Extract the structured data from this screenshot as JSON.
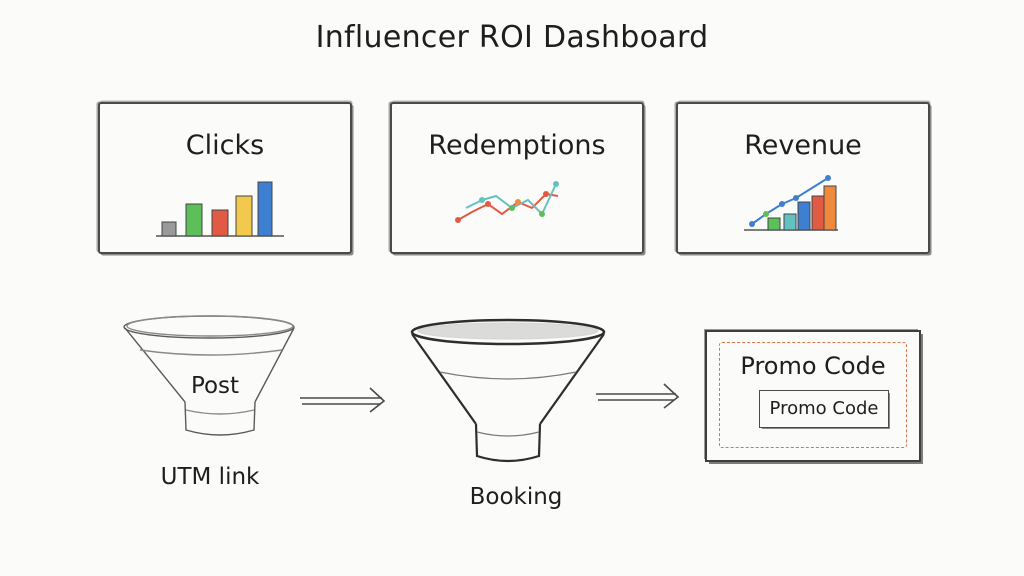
{
  "title": "Influencer ROI Dashboard",
  "cards": {
    "clicks": {
      "label": "Clicks"
    },
    "redemptions": {
      "label": "Redemptions"
    },
    "revenue": {
      "label": "Revenue"
    }
  },
  "flow": {
    "post_label": "Post",
    "utm_label": "UTM link",
    "booking_label": "Booking"
  },
  "promo": {
    "title": "Promo Code",
    "field_text": "Promo Code"
  },
  "colors": {
    "red": "#e05a44",
    "green": "#5cbf5a",
    "orange": "#ef8a3c",
    "yellow": "#f2c94c",
    "blue": "#3f7fd1",
    "teal": "#62c2c0",
    "dash_accent": "#d9764f"
  }
}
